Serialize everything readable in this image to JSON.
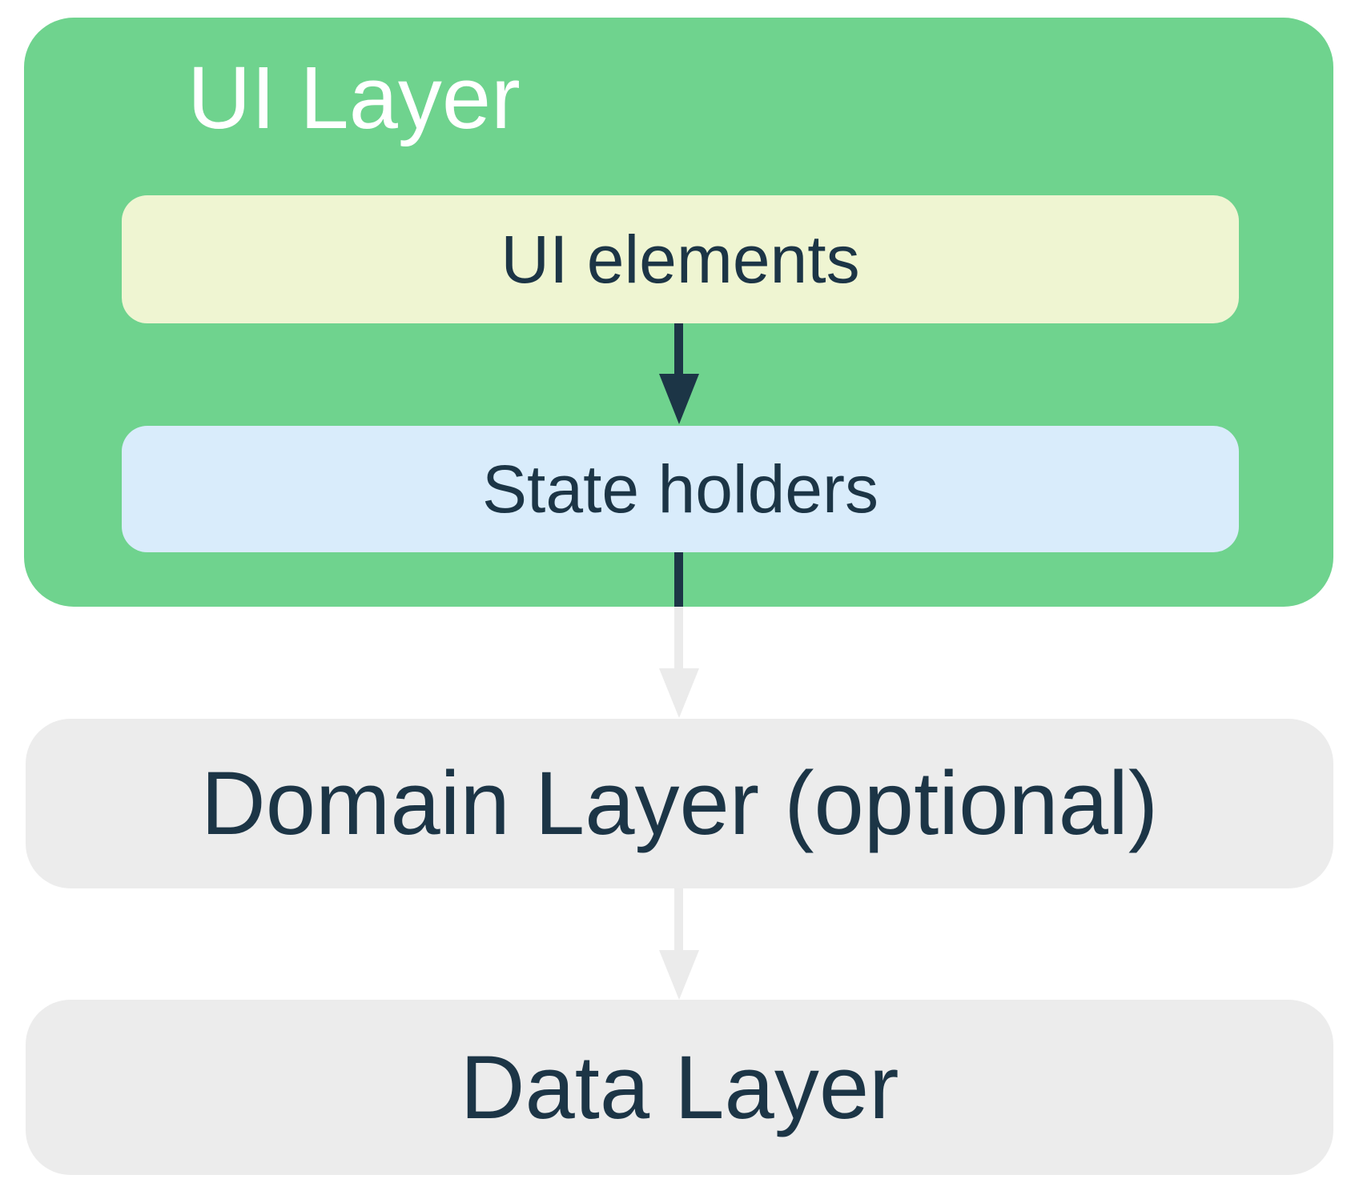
{
  "nodes": {
    "ui_layer": {
      "label": "UI Layer"
    },
    "ui_elements": {
      "label": "UI elements"
    },
    "state_holders": {
      "label": "State holders"
    },
    "domain_layer": {
      "label": "Domain Layer (optional)"
    },
    "data_layer": {
      "label": "Data Layer"
    }
  },
  "edges": [
    {
      "from": "ui_elements",
      "to": "state_holders",
      "style": "solid-navy"
    },
    {
      "from": "state_holders",
      "to": "domain_layer",
      "style": "navy-fading-to-gray"
    },
    {
      "from": "domain_layer",
      "to": "data_layer",
      "style": "solid-light-gray"
    }
  ],
  "colors": {
    "background": "#ffffff",
    "ui_layer_green": "#6fd38e",
    "ui_elements_yellow": "#eff5d2",
    "state_holders_blue": "#d9ecfb",
    "layer_gray": "#ececec",
    "arrow_navy": "#1c3546",
    "arrow_gray": "#ebebeb",
    "text_navy": "#1c3546",
    "title_white": "#ffffff"
  }
}
